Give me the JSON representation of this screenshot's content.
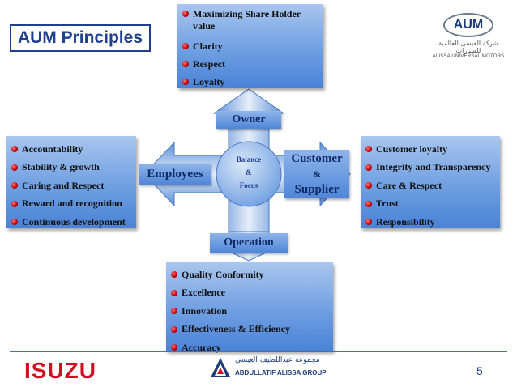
{
  "title": "AUM Principles",
  "brand_logo": {
    "mark": "AUM",
    "arabic": "شركة العيسى العالمية للسيارات",
    "english": "ALISSA UNIVERSAL MOTORS"
  },
  "owner": {
    "label": "Owner",
    "items": [
      "Maximizing Share Holder value",
      "Clarity",
      "Respect",
      "Loyalty"
    ]
  },
  "employees": {
    "label": "Employees",
    "items": [
      "Accountability",
      "Stability & growth",
      "Caring and Respect",
      "Reward and recognition",
      "Continuous development"
    ]
  },
  "customer": {
    "label_line1": "Customer",
    "label_line2": "&",
    "label_line3": "Supplier",
    "items": [
      "Customer loyalty",
      "Integrity and Transparency",
      "Care & Respect",
      "Trust",
      "Responsibility"
    ]
  },
  "operation": {
    "label": "Operation",
    "items": [
      "Quality Conformity",
      "Excellence",
      "Innovation",
      "Effectiveness & Efficiency",
      "Accuracy"
    ]
  },
  "center": {
    "line1": "Balance",
    "line2": "&",
    "line3": "Focus"
  },
  "footer": {
    "isuzu": "ISUZU",
    "group_arabic": "مجموعة عبداللطيف العيسى",
    "group_english": "ABDULLATIF ALISSA GROUP",
    "page_number": "5"
  },
  "colors": {
    "box_top": "#a9c6ee",
    "box_bottom": "#4a82d6",
    "bullet": "#c00000",
    "title": "#1f3f8f",
    "isuzu_red": "#d01020"
  }
}
